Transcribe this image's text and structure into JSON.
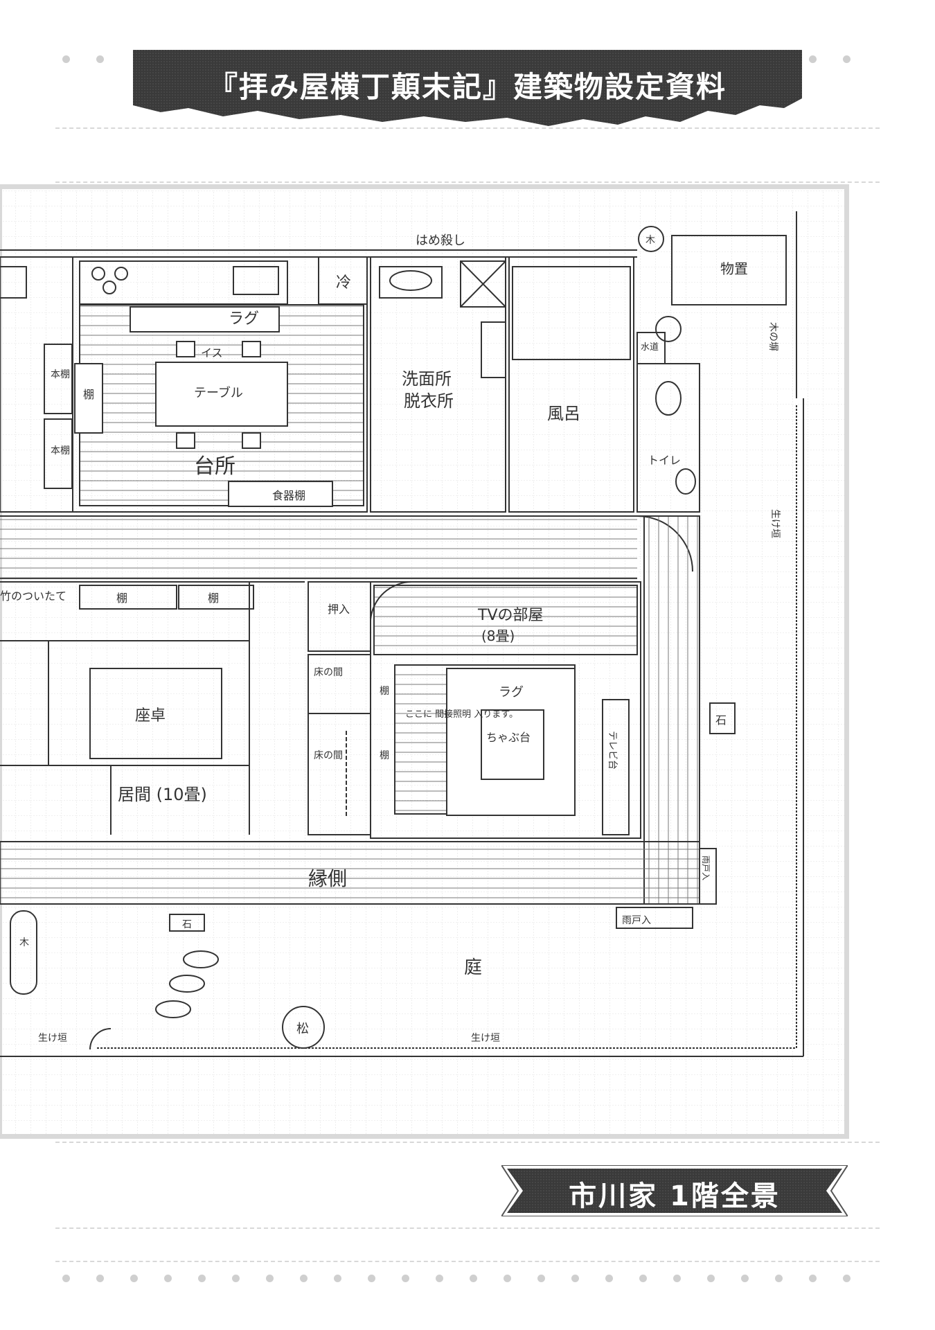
{
  "header": {
    "title": "『拝み屋横丁顛末記』建築物設定資料"
  },
  "caption": {
    "text": "市川家 1階全景"
  },
  "rooms": {
    "kitchen": "台所",
    "washroom": "洗面所",
    "dressing": "脱衣所",
    "bath": "風呂",
    "toilet": "トイレ",
    "tv_room": "TVの部屋",
    "tv_room_size": "(8畳)",
    "living": "居間 (10畳)",
    "veranda": "縁側",
    "garden": "庭",
    "storage": "物置"
  },
  "labels": {
    "fixed_window": "はめ殺し",
    "fridge": "冷",
    "rug_kitchen": "ラグ",
    "chairs": "イス",
    "table": "テーブル",
    "shelf": "棚",
    "bookshelf": "本棚",
    "dish_shelf": "食器棚",
    "bamboo_screen": "竹のついたて",
    "closet": "押入",
    "tokonoma": "床の間",
    "zataku": "座卓",
    "rug_tv": "ラグ",
    "chabudai": "ちゃぶ台",
    "tv_stand": "テレビ台",
    "indirect_light": "ここに 間接照明 入ります。",
    "stone": "石",
    "pine": "松",
    "hedge": "生け垣",
    "tree": "木",
    "water": "水道",
    "wood_fence": "木の塀",
    "shutter_box": "雨戸入"
  }
}
